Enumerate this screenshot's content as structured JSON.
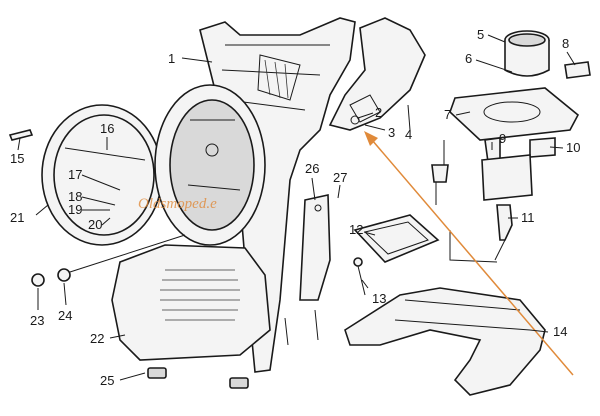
{
  "watermark": "Oldsmoped.e",
  "accent_color": "#e08a3a",
  "labels": [
    {
      "id": "1",
      "text": "1"
    },
    {
      "id": "2",
      "text": "2"
    },
    {
      "id": "3",
      "text": "3"
    },
    {
      "id": "4",
      "text": "4"
    },
    {
      "id": "5",
      "text": "5"
    },
    {
      "id": "6",
      "text": "6"
    },
    {
      "id": "7",
      "text": "7"
    },
    {
      "id": "8",
      "text": "8"
    },
    {
      "id": "9",
      "text": "9"
    },
    {
      "id": "10",
      "text": "10"
    },
    {
      "id": "11",
      "text": "11"
    },
    {
      "id": "12",
      "text": "12"
    },
    {
      "id": "13",
      "text": "13"
    },
    {
      "id": "14",
      "text": "14"
    },
    {
      "id": "15",
      "text": "15"
    },
    {
      "id": "16",
      "text": "16"
    },
    {
      "id": "17",
      "text": "17"
    },
    {
      "id": "18",
      "text": "18"
    },
    {
      "id": "19",
      "text": "19"
    },
    {
      "id": "20",
      "text": "20"
    },
    {
      "id": "21",
      "text": "21"
    },
    {
      "id": "22",
      "text": "22"
    },
    {
      "id": "23",
      "text": "23"
    },
    {
      "id": "24",
      "text": "24"
    },
    {
      "id": "25",
      "text": "25"
    },
    {
      "id": "26",
      "text": "26"
    },
    {
      "id": "27",
      "text": "27"
    }
  ]
}
